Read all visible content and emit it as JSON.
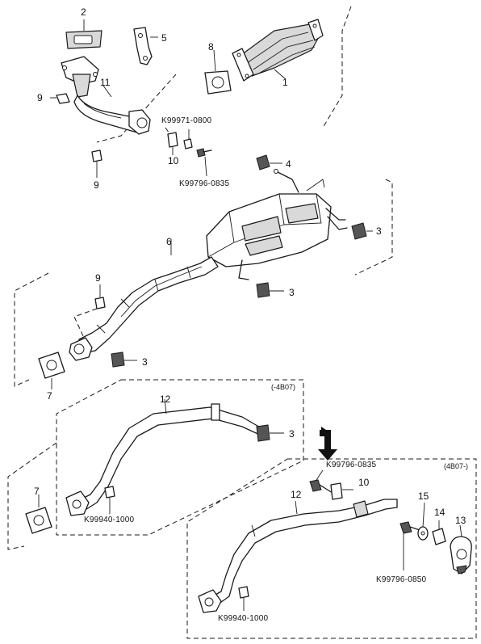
{
  "callouts": {
    "c1": "1",
    "c2": "2",
    "c3a": "3",
    "c3b": "3",
    "c3c": "3",
    "c3d": "3",
    "c4": "4",
    "c5": "5",
    "c6": "6",
    "c7a": "7",
    "c7b": "7",
    "c8": "8",
    "c9a": "9",
    "c9b": "9",
    "c9c": "9",
    "c10a": "10",
    "c10b": "10",
    "c11": "11",
    "c12a": "12",
    "c12b": "12",
    "c13": "13",
    "c14": "14",
    "c15": "15"
  },
  "codes": {
    "k0800": "K99971-0800",
    "k0835a": "K99796-0835",
    "k1000a": "K99940-1000",
    "k0835b": "K99796-0835",
    "k0850": "K99796-0850",
    "k1000b": "K99940-1000"
  },
  "notes": {
    "before": "(-4B07)",
    "after": "(4B07-)"
  },
  "colors": {
    "line": "#1a1a1a",
    "shade": "#d9d9d9",
    "background": "#ffffff"
  }
}
